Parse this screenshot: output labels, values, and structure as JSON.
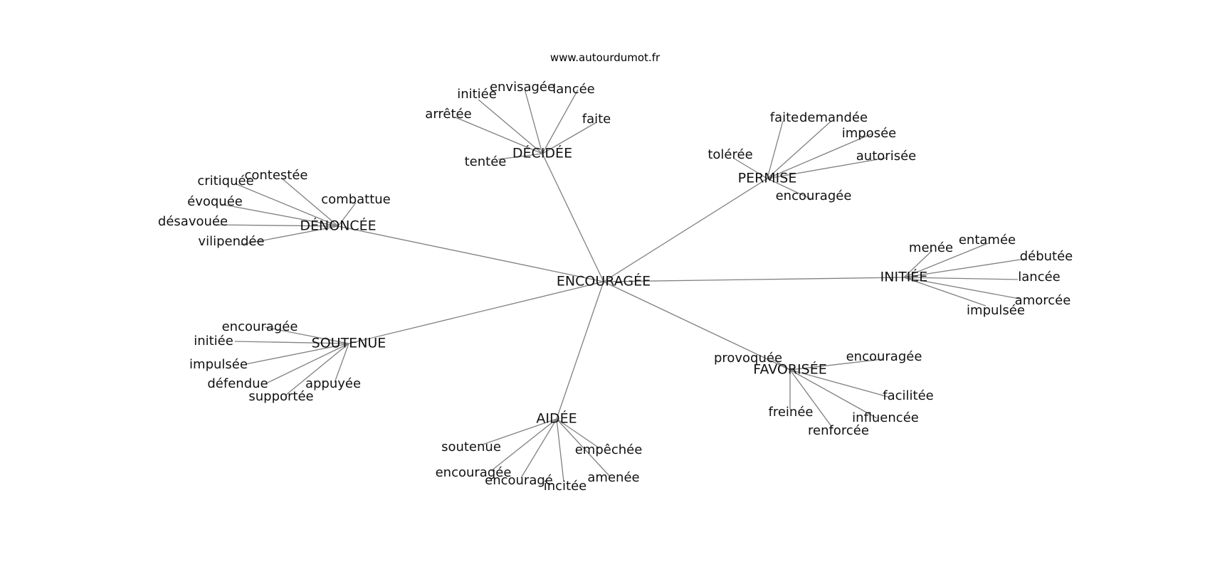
{
  "source": "www.autourdumot.fr",
  "graph": {
    "center": "ENCOURAGÉE",
    "hubs": [
      {
        "label": "DÉCIDÉE",
        "words": [
          "arrêtée",
          "initiée",
          "envisagée",
          "lancée",
          "faite",
          "tentée"
        ]
      },
      {
        "label": "PERMISE",
        "words": [
          "tolérée",
          "faite",
          "demandée",
          "imposée",
          "autorisée",
          "encouragée"
        ]
      },
      {
        "label": "DÉNONCÉE",
        "words": [
          "critiquée",
          "contestée",
          "combattue",
          "évoquée",
          "désavouée",
          "vilipendée"
        ]
      },
      {
        "label": "INITIÉE",
        "words": [
          "menée",
          "entamée",
          "débutée",
          "lancée",
          "amorcée",
          "impulsée"
        ]
      },
      {
        "label": "SOUTENUE",
        "words": [
          "encouragée",
          "initiée",
          "impulsée",
          "défendue",
          "supportée",
          "appuyée"
        ]
      },
      {
        "label": "FAVORISÉE",
        "words": [
          "provoquée",
          "encouragée",
          "facilitée",
          "influencée",
          "renforcée",
          "freinée"
        ]
      },
      {
        "label": "AIDÉE",
        "words": [
          "soutenue",
          "encouragée",
          "encouragé",
          "incitée",
          "amenée",
          "empêchée"
        ]
      }
    ]
  }
}
